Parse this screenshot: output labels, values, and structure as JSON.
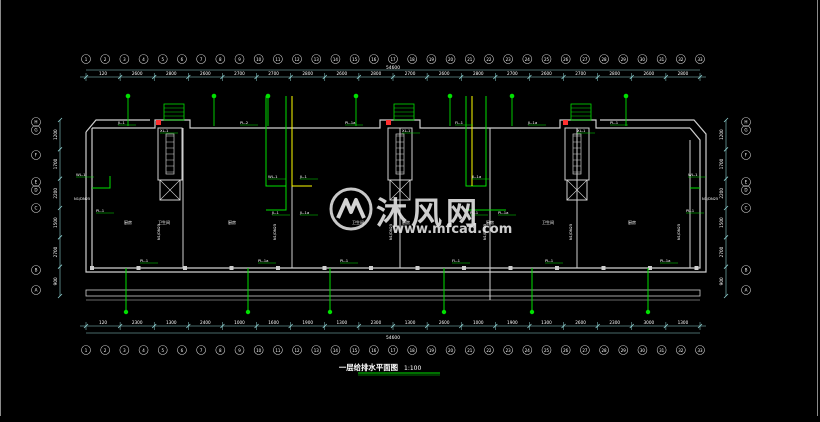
{
  "drawing": {
    "title": "一层给排水平面图",
    "scale": "1:100",
    "total_dim": "54600"
  },
  "colors": {
    "background": "#000000",
    "walls": "#cfcfcf",
    "dimension": "#8fd3d3",
    "supply": "#00e000",
    "drain": "#ffff00",
    "accent": "#ff3030",
    "text": "#ffffff"
  },
  "axes_top": [
    "1",
    "2",
    "3",
    "4",
    "5",
    "6",
    "7",
    "8",
    "9",
    "10",
    "11",
    "12",
    "13",
    "14",
    "15",
    "16",
    "17",
    "18",
    "19",
    "20",
    "21",
    "22",
    "23",
    "24",
    "25",
    "26",
    "27",
    "28",
    "29",
    "30",
    "31",
    "32",
    "33"
  ],
  "axes_bottom": [
    "1",
    "2",
    "3",
    "4",
    "5",
    "6",
    "7",
    "8",
    "9",
    "10",
    "11",
    "12",
    "13",
    "14",
    "15",
    "16",
    "17",
    "18",
    "19",
    "20",
    "21",
    "22",
    "23",
    "24",
    "25",
    "26",
    "27",
    "28",
    "29",
    "30",
    "31",
    "32",
    "33"
  ],
  "axes_left": [
    "H",
    "G",
    "F",
    "E",
    "D",
    "C",
    "B",
    "A"
  ],
  "axes_right": [
    "H",
    "G",
    "F",
    "E",
    "D",
    "C",
    "B",
    "A"
  ],
  "dims_top": [
    "120",
    "2600",
    "2800",
    "2600",
    "2700",
    "2700",
    "2800",
    "2600",
    "2800",
    "2700",
    "2600",
    "2800",
    "2700",
    "2600",
    "2700",
    "2800",
    "2600",
    "2800"
  ],
  "dims_bottom": [
    "120",
    "2300",
    "1300",
    "2400",
    "1000",
    "1600",
    "1900",
    "1300",
    "2300",
    "1300",
    "2600",
    "1000",
    "1900",
    "1300",
    "2600",
    "2300",
    "3000",
    "1300"
  ],
  "dims_left": [
    "1200",
    "1700",
    "2200",
    "1500",
    "2700",
    "900"
  ],
  "dims_right": [
    "1200",
    "1700",
    "2200",
    "1500",
    "2700",
    "900"
  ],
  "pipe_labels": {
    "jl": "JL-1",
    "pl": "PL-1",
    "pl2": "PL-2",
    "fl": "FL-1",
    "jla": "JL-1a",
    "pla": "PL-1a",
    "wl": "WL-1",
    "xl": "XL-1"
  },
  "room_labels": {
    "kitchen": "厨房",
    "bath": "卫生间",
    "pipe_note": "N1/DN25"
  },
  "watermark": {
    "brand": "沐风网",
    "url": "www.mfcad.com"
  }
}
